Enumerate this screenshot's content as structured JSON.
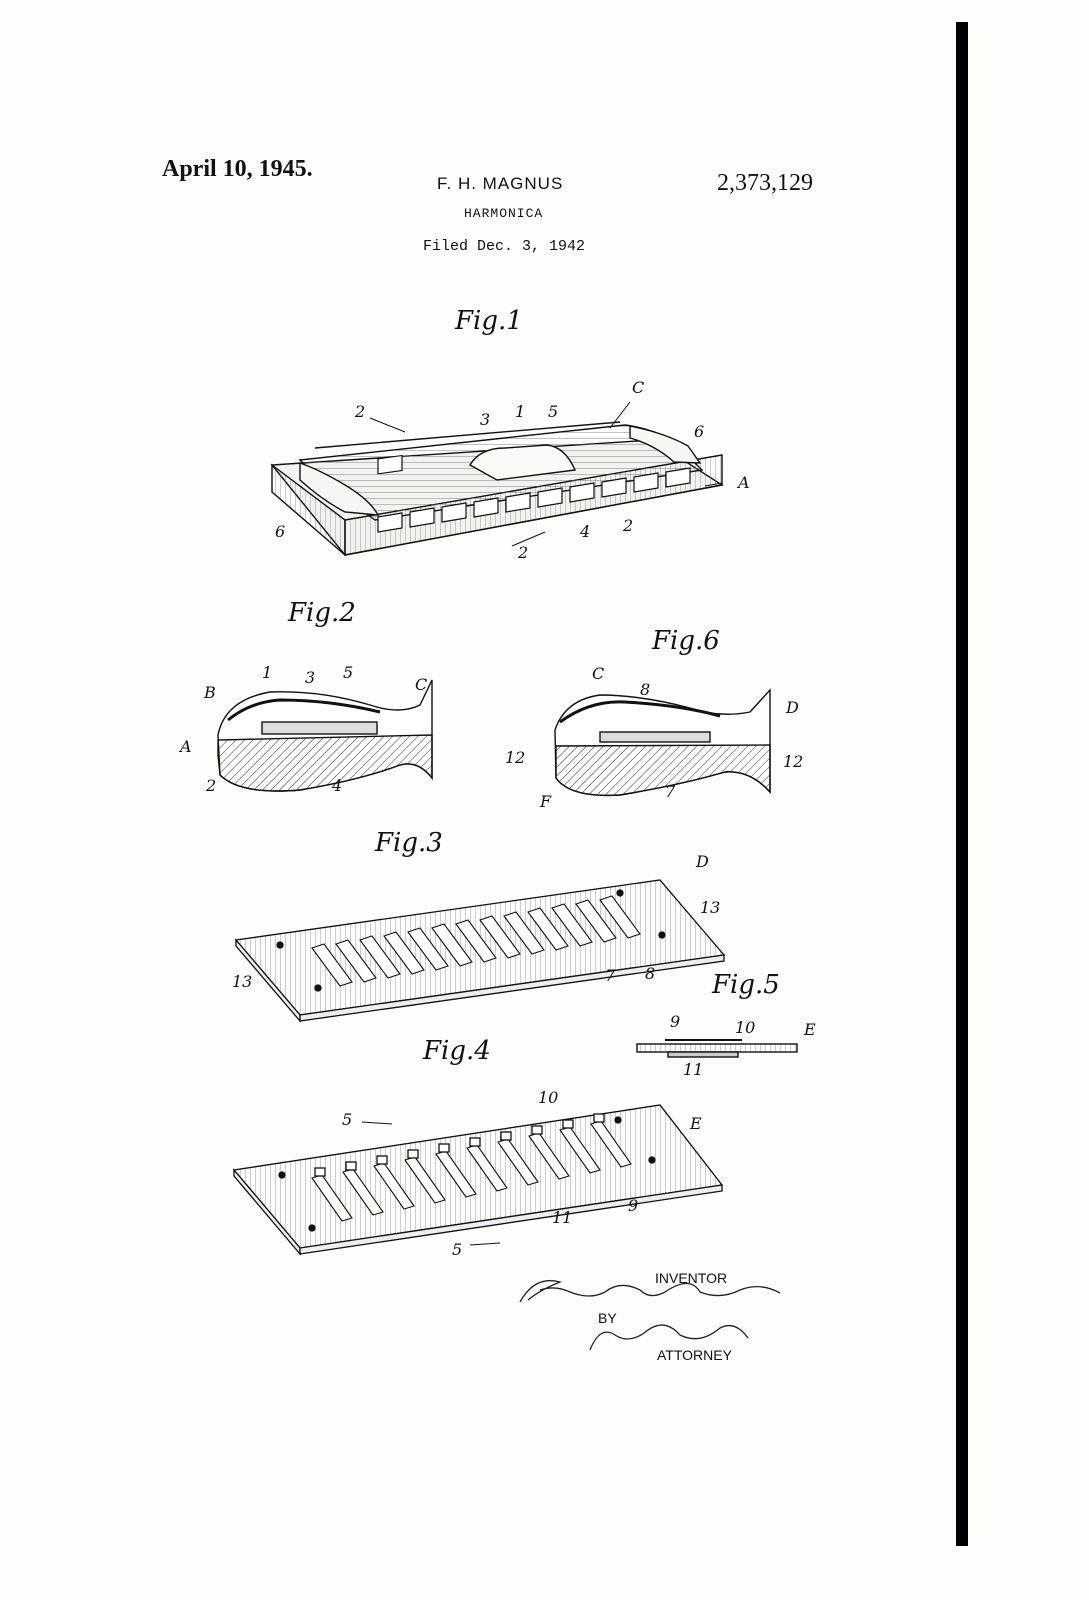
{
  "header": {
    "date": "April 10, 1945.",
    "inventor": "F. H. MAGNUS",
    "patent_number": "2,373,129",
    "title": "HARMONICA",
    "filed": "Filed Dec. 3, 1942"
  },
  "figures": {
    "fig1": "Fig.1",
    "fig2": "Fig.2",
    "fig3": "Fig.3",
    "fig4": "Fig.4",
    "fig5": "Fig.5",
    "fig6": "Fig.6"
  },
  "refs": {
    "fig1": [
      "2",
      "3",
      "1",
      "5",
      "C",
      "6",
      "A",
      "6",
      "2",
      "4",
      "2"
    ],
    "fig2": [
      "B",
      "1",
      "3",
      "5",
      "C",
      "A",
      "2",
      "4"
    ],
    "fig6": [
      "C",
      "8",
      "D",
      "12",
      "12",
      "F",
      "7"
    ],
    "fig3": [
      "D",
      "13",
      "13",
      "7",
      "8"
    ],
    "fig5": [
      "9",
      "10",
      "E",
      "11"
    ],
    "fig4": [
      "5",
      "10",
      "E",
      "9",
      "11",
      "5"
    ]
  },
  "signature": {
    "inventor_label": "INVENTOR",
    "by_label": "BY",
    "attorney_label": "ATTORNEY"
  }
}
